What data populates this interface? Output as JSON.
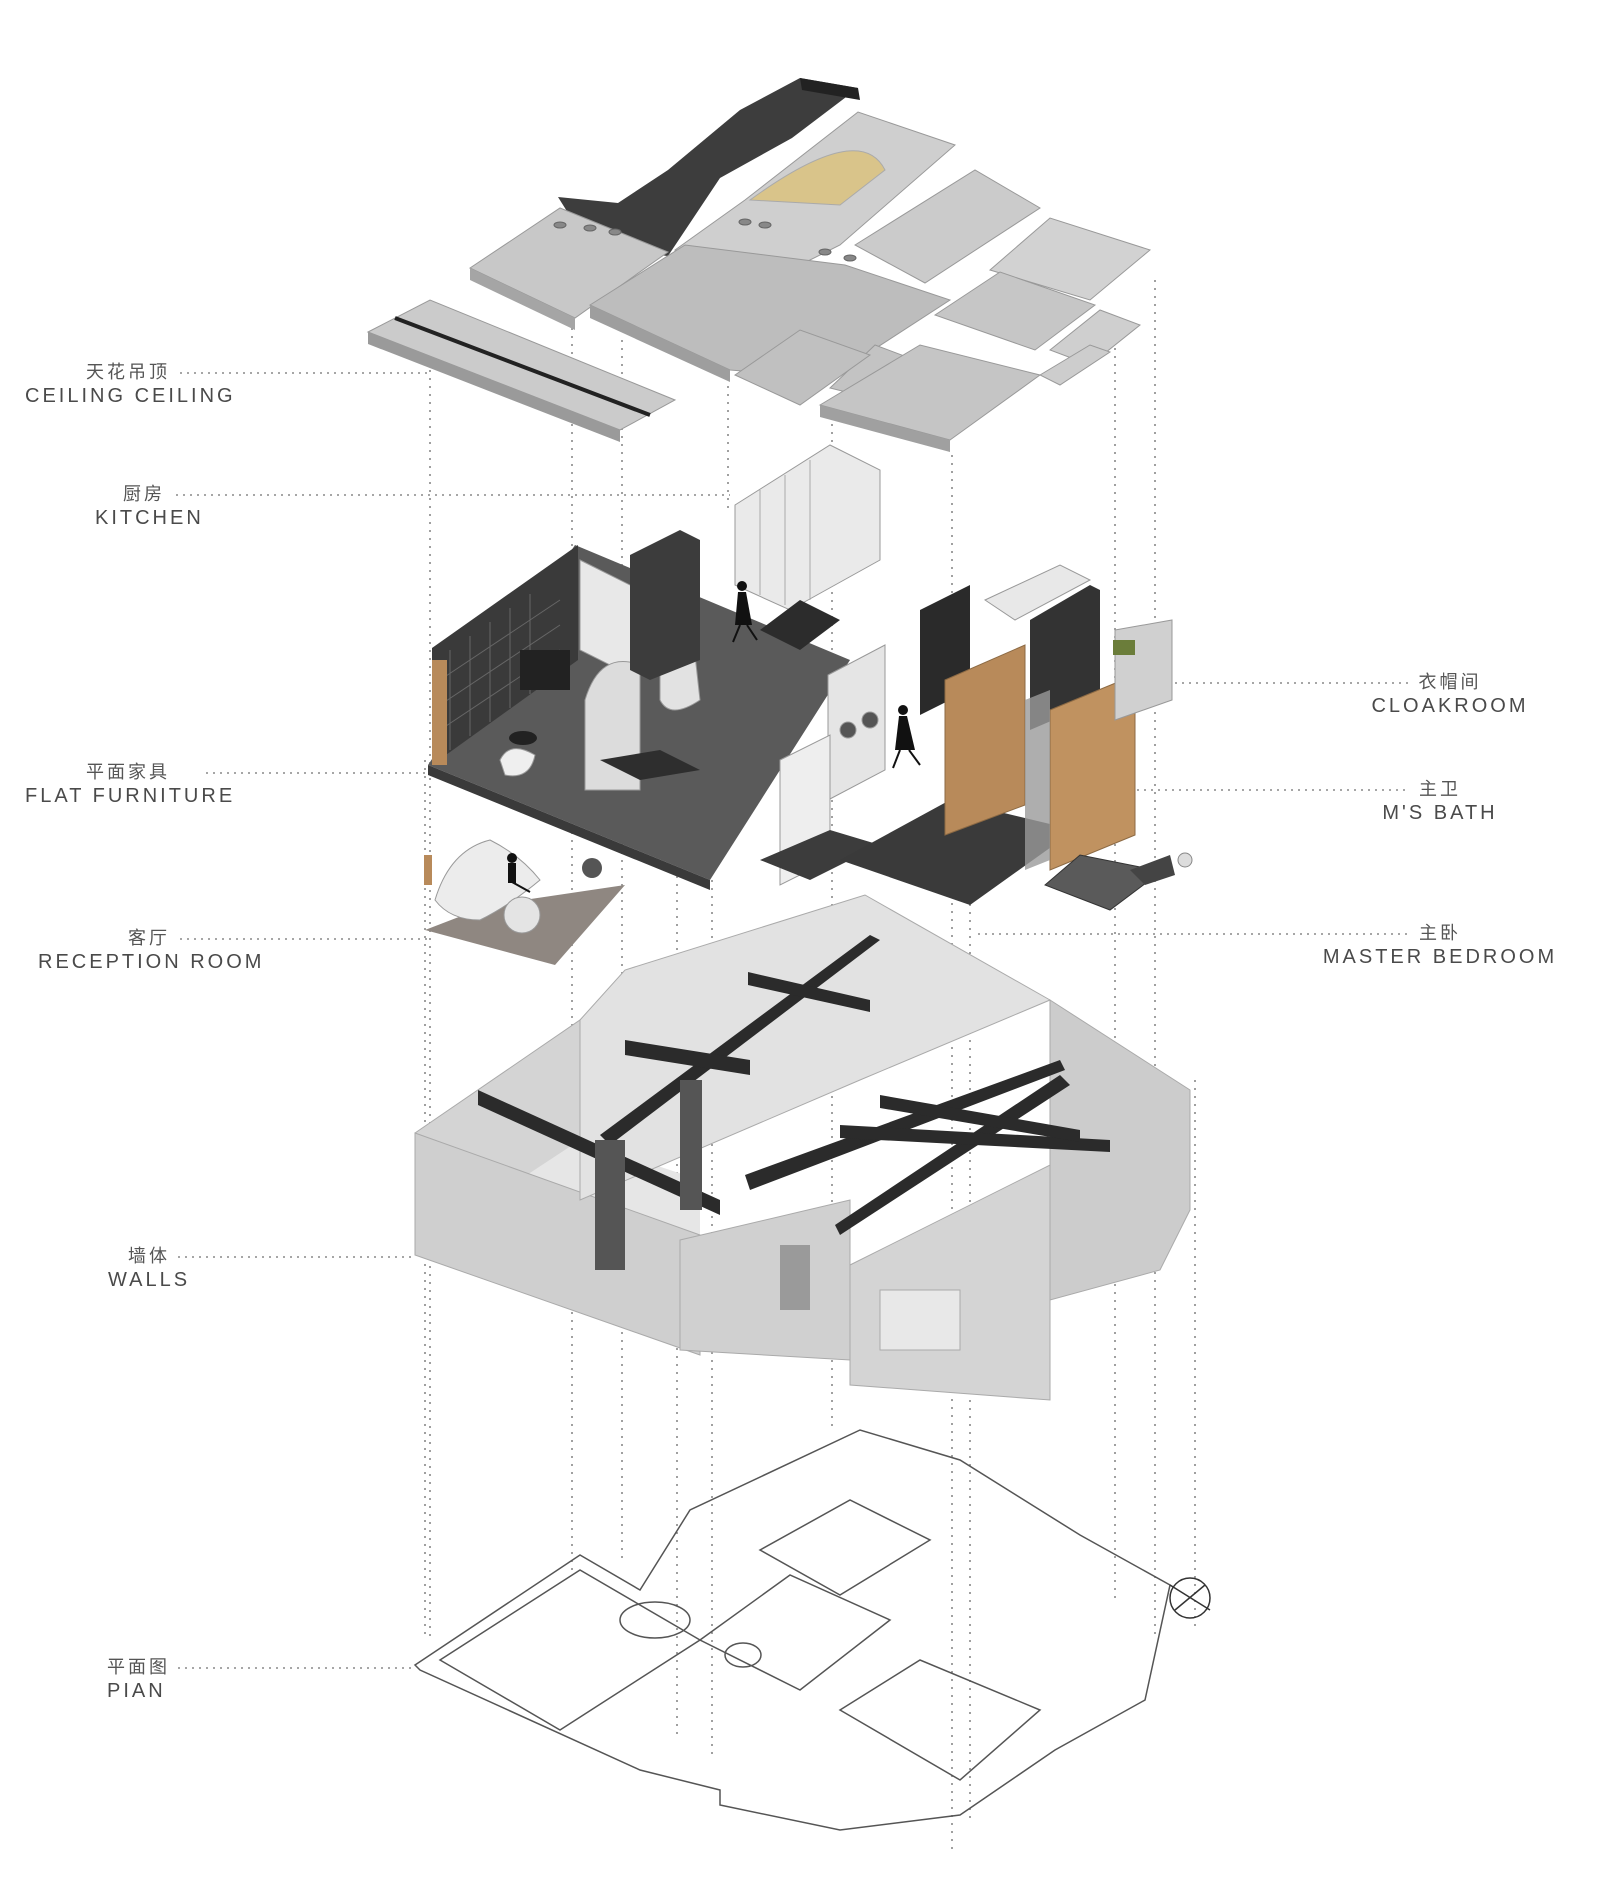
{
  "colors": {
    "slab": "#c9c9c9",
    "slab_light": "#d6d6d6",
    "slab_edge": "#a9a9a9",
    "dark": "#444444",
    "darker": "#2f2f2f",
    "wood": "#b88a5a",
    "sand": "#d9c48a",
    "floor": "#5a5a5a",
    "wall": "#d0d0d0",
    "wall_inner": "#e2e2e2",
    "beam": "#2b2b2b",
    "line": "#777777",
    "text": "#4a4a4a"
  },
  "labels": {
    "ceiling": {
      "cn": "天花吊顶",
      "en": "CEILING CEILING"
    },
    "kitchen": {
      "cn": "厨房",
      "en": "KITCHEN"
    },
    "furniture": {
      "cn": "平面家具",
      "en": "FLAT FURNITURE"
    },
    "reception": {
      "cn": "客厅",
      "en": "RECEPTION ROOM"
    },
    "walls": {
      "cn": "墙体",
      "en": "WALLS"
    },
    "plan": {
      "cn": "平面图",
      "en": "PIAN"
    },
    "cloakroom": {
      "cn": "衣帽间",
      "en": "CLOAKROOM"
    },
    "bath": {
      "cn": "主卫",
      "en": "M'S BATH"
    },
    "bedroom": {
      "cn": "主卧",
      "en": "MASTER BEDROOM"
    }
  }
}
